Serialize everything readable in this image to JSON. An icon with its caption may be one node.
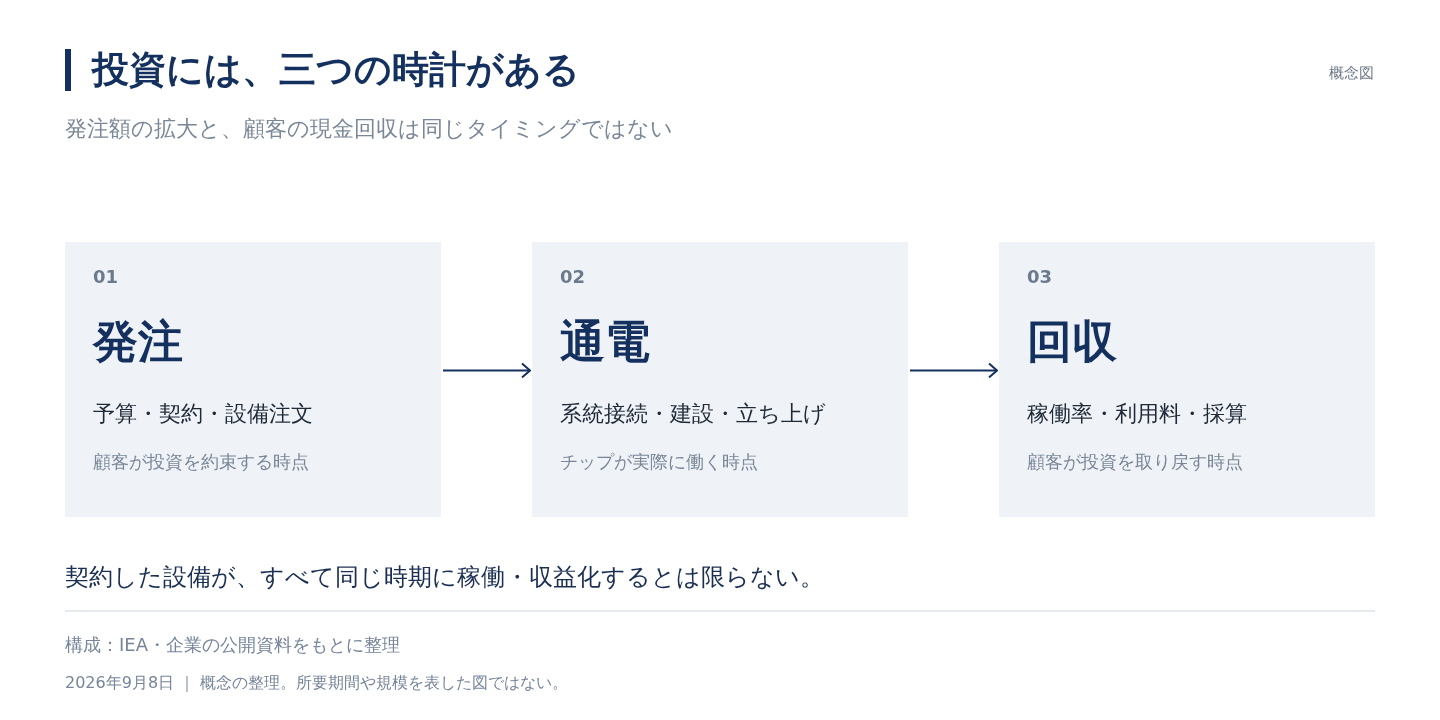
{
  "diagram": {
    "title": "投資には、三つの時計がある",
    "nodes": [
      {
        "text": [
          "01",
          "発注",
          "予算・契約・設備注文",
          "顧客が投資を約束する時点"
        ]
      },
      {
        "text": [
          "02",
          "通電",
          "系統接続・建設・立ち上げ",
          "チップが実際に働く時点"
        ]
      },
      {
        "text": [
          "03",
          "回収",
          "稼働率・利用料・採算",
          "顧客が投資を取り戻す時点"
        ]
      }
    ],
    "edges": [
      {
        "from": 0,
        "to": 1,
        "arrow": "to"
      },
      {
        "from": 1,
        "to": 2,
        "arrow": "to"
      }
    ],
    "labels": [
      "発注額の拡大と、顧客の現金回収は同じタイミングではない",
      "概念図",
      "契約した設備が、すべて同じ時期に稼働・収益化するとは限らない。",
      "構成：IEA・企業の公開資料をもとに整理",
      "2026年9月8日 ｜ 概念の整理。所要期間や規模を表した図ではない。"
    ]
  }
}
